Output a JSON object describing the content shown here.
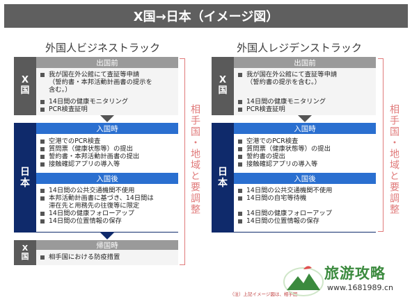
{
  "banner": "X国→日本（イメージ図）",
  "left": {
    "title": "外国人ビジネストラック",
    "x_label": [
      "X",
      "国"
    ],
    "jp_label": [
      "日",
      "本"
    ],
    "x2_label": [
      "X",
      "国"
    ],
    "before": {
      "head": "出国前",
      "items": [
        "我が国在外公館にて査証等申請",
        "（誓約書・本邦活動計画書の提示を",
        "含む。）",
        "14日間の健康モニタリング",
        "PCR検査証明"
      ]
    },
    "entry": {
      "head": "入国時",
      "items": [
        "空港でのPCR検査",
        "質問票（健康状態等）の提出",
        "誓約書・本邦活動計画書の提出",
        "接触確認アプリの導入等"
      ]
    },
    "after": {
      "head": "入国後",
      "items": [
        "14日間の公共交通機関不使用",
        "本邦活動計画書に基づき、14日間は",
        "滞在先と用務先の往復等に限定",
        "14日間の健康フォローアップ",
        "14日間の位置情報の保存"
      ]
    },
    "return": {
      "head": "帰国時",
      "items": [
        "相手国における防疫措置"
      ]
    }
  },
  "right": {
    "title": "外国人レジデンストラック",
    "x_label": [
      "X",
      "国"
    ],
    "jp_label": [
      "日",
      "本"
    ],
    "before": {
      "head": "出国前",
      "items": [
        "我が国在外公館にて査証等申請",
        "（誓約書の提示を含む。）",
        "14日間の健康モニタリング",
        "PCR検査証明"
      ]
    },
    "entry": {
      "head": "入国時",
      "items": [
        "空港でのPCR検査",
        "質問票（健康状態等）の提出",
        "誓約書の提出",
        "接触確認アプリの導入等"
      ]
    },
    "after": {
      "head": "入国後",
      "items": [
        "14日間の公共交通機関不使用",
        "14日間の自宅等待機",
        "14日間の健康フォローアップ",
        "14日間の位置情報の保存"
      ]
    }
  },
  "side_note": "相手国・地域と要調整",
  "footnote": "（注）上記イメージ図は、相手国",
  "watermark": {
    "name": "旅游攻略",
    "url": "www.1681989.cn"
  },
  "colors": {
    "banner": "#5f5f5f",
    "dark_blue": "#0f2a6b",
    "bright_blue": "#2a6fd0",
    "grey_head": "#9a9a9a",
    "bracket": "#e07a7a"
  }
}
